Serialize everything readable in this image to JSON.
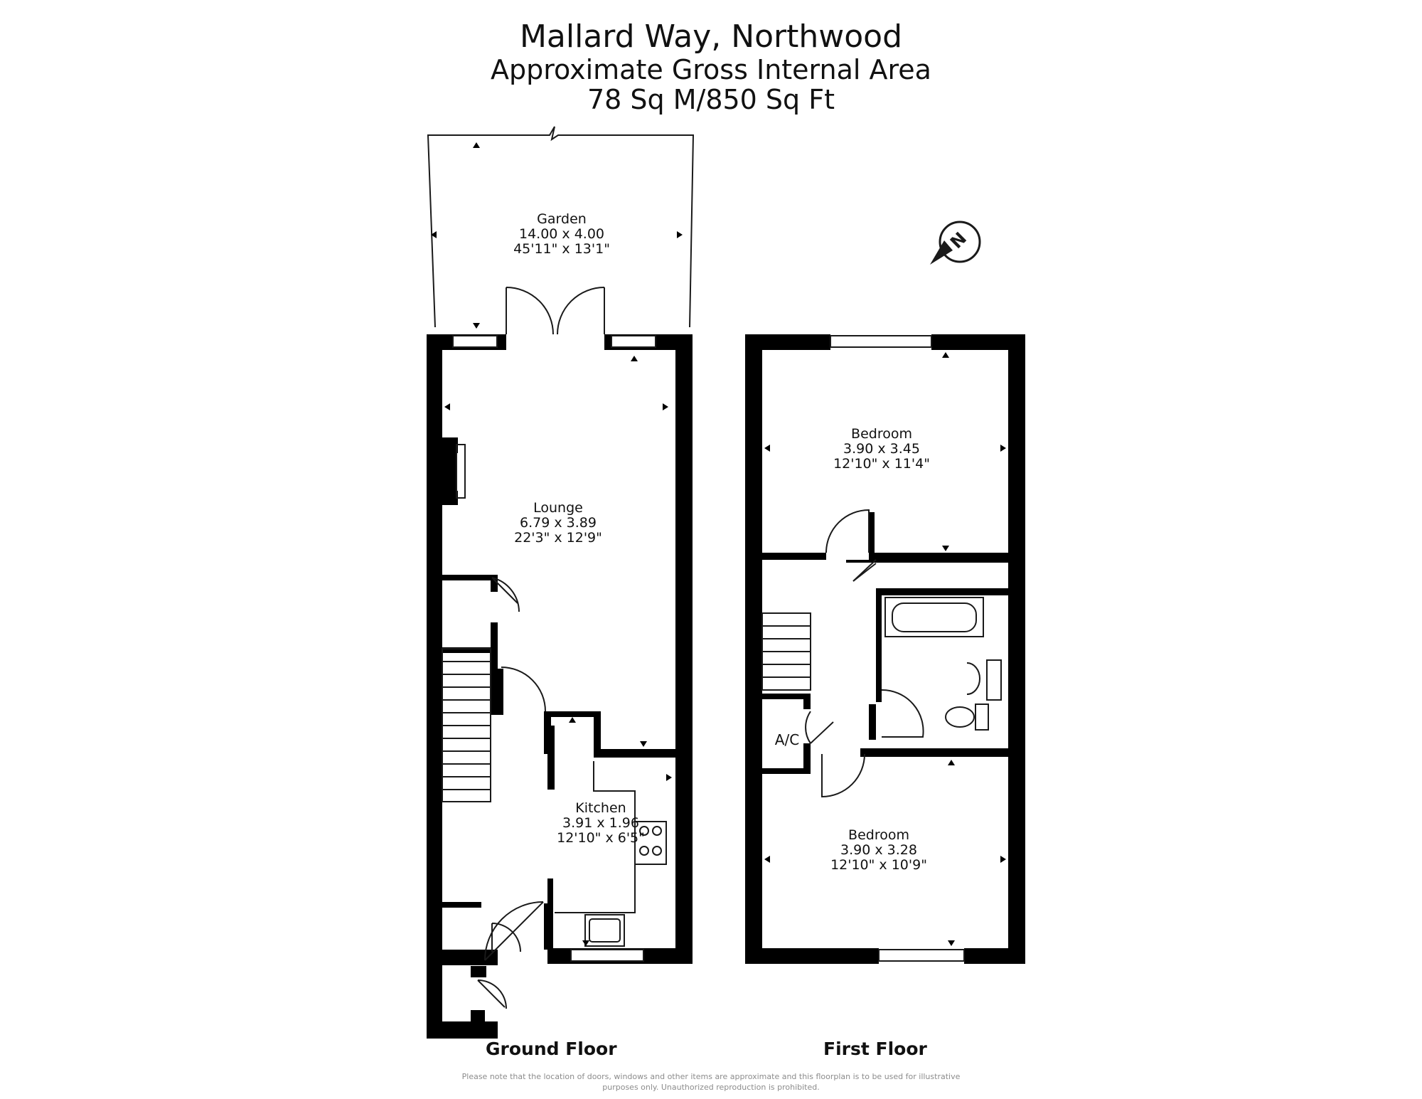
{
  "header": {
    "address": "Mallard Way, Northwood",
    "area_label": "Approximate Gross Internal Area",
    "area_value": "78 Sq M/850 Sq Ft"
  },
  "rooms": {
    "garden": {
      "name": "Garden",
      "metric": "14.00 x 4.00",
      "imperial": "45'11\" x 13'1\""
    },
    "lounge": {
      "name": "Lounge",
      "metric": "6.79 x 3.89",
      "imperial": "22'3\" x 12'9\""
    },
    "kitchen": {
      "name": "Kitchen",
      "metric": "3.91 x 1.96",
      "imperial": "12'10\" x 6'5\""
    },
    "bedroom1": {
      "name": "Bedroom",
      "metric": "3.90 x 3.45",
      "imperial": "12'10\" x 11'4\""
    },
    "bedroom2": {
      "name": "Bedroom",
      "metric": "3.90 x 3.28",
      "imperial": "12'10\" x 10'9\""
    },
    "ac": {
      "name": "A/C"
    }
  },
  "floors": {
    "ground": "Ground Floor",
    "first": "First Floor"
  },
  "compass": {
    "letter": "N"
  },
  "disclaimer": {
    "line1": "Please note that the location of doors, windows and other items are approximate and this floorplan is to be used for illustrative",
    "line2": "purposes only. Unauthorized reproduction is prohibited."
  },
  "colors": {
    "wall": "#000000",
    "line": "#1a1a1a",
    "background": "#ffffff"
  }
}
